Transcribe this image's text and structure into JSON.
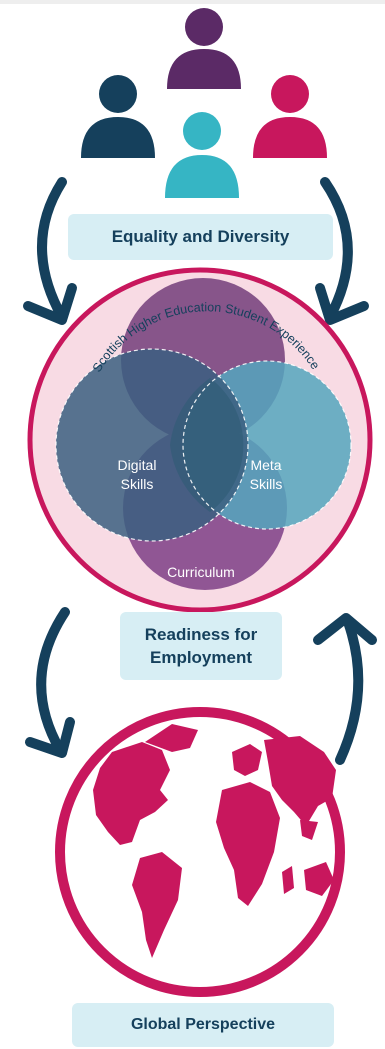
{
  "colors": {
    "navy": "#15405c",
    "purple": "#5b2a66",
    "magenta": "#c8175d",
    "teal": "#36b5c4",
    "light_blue_box": "#d7eef4",
    "pink_fill": "#f8dbe4"
  },
  "people": [
    {
      "name": "person-navy-icon",
      "color": "#15405c"
    },
    {
      "name": "person-purple-icon",
      "color": "#5b2a66"
    },
    {
      "name": "person-teal-icon",
      "color": "#36b5c4"
    },
    {
      "name": "person-magenta-icon",
      "color": "#c8175d"
    }
  ],
  "labels": {
    "equality": "Equality and Diversity",
    "readiness_line1": "Readiness for",
    "readiness_line2": "Employment",
    "global": "Global Perspective"
  },
  "venn": {
    "arc_text": "Scottish Higher Education Student Experience",
    "digital_line1": "Digital",
    "digital_line2": "Skills",
    "meta_line1": "Meta",
    "meta_line2": "Skills",
    "curriculum": "Curriculum"
  },
  "icons": [
    "arrow-left-down-icon",
    "arrow-right-down-icon",
    "arrow-left-lower-icon",
    "arrow-right-up-icon",
    "globe-icon"
  ]
}
